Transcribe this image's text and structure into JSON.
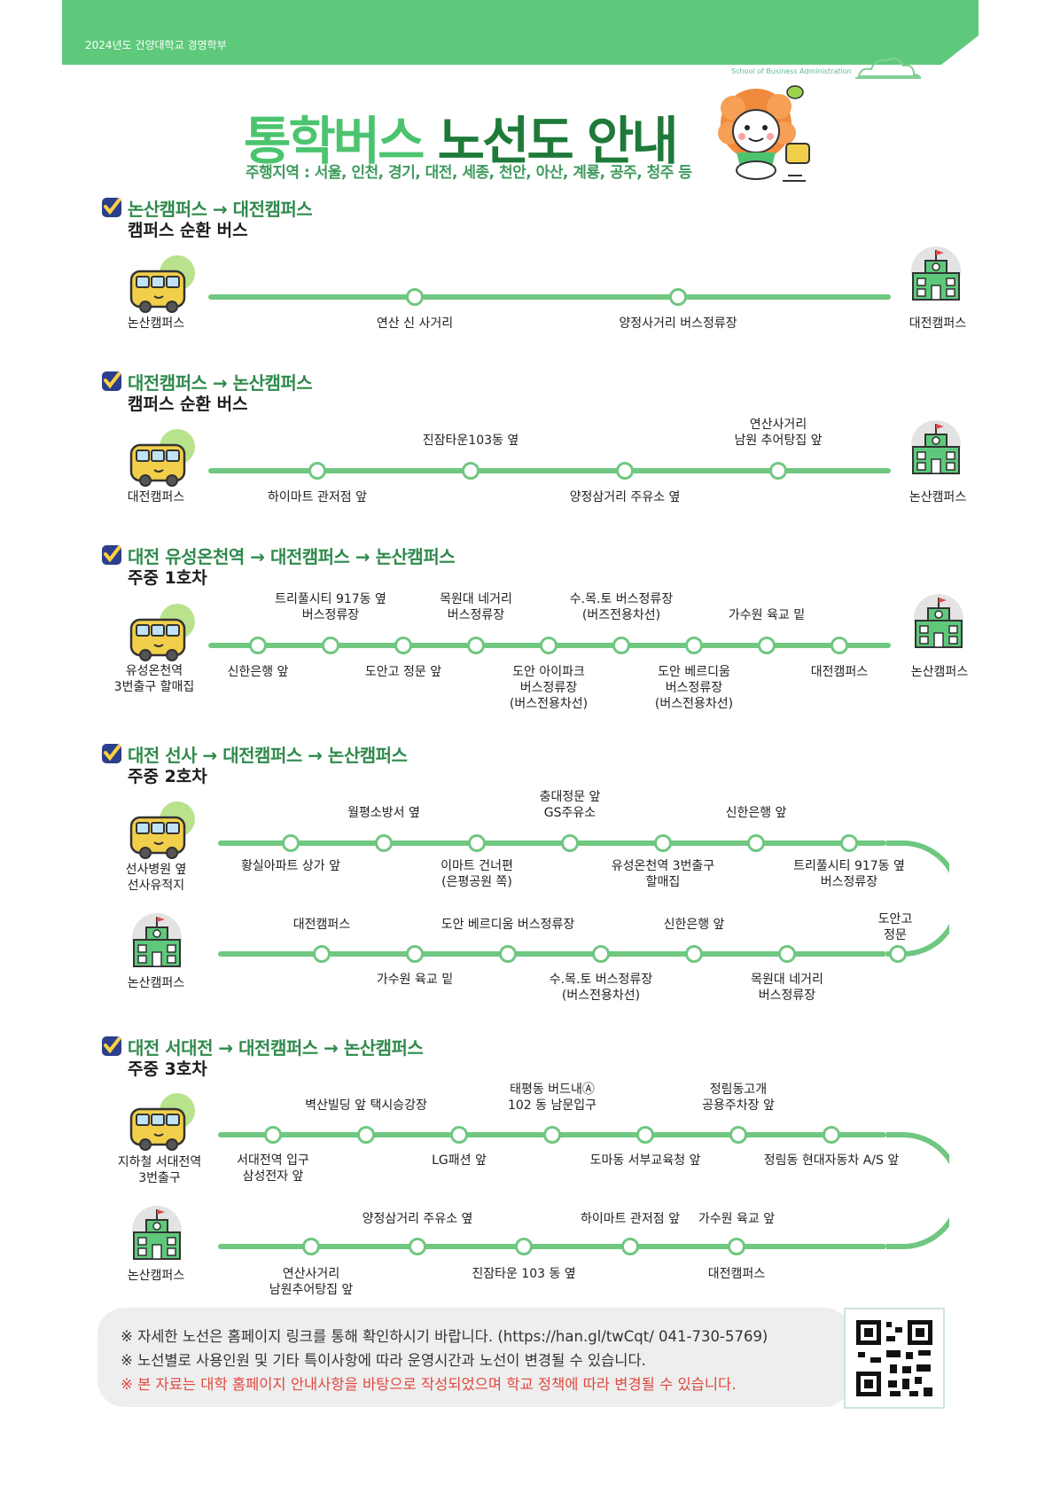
{
  "header": {
    "year_label": "2024년도 건양대학교 경영학부",
    "school_en": "School of Business Administration",
    "title_part1": "통학버스",
    "title_part2": "노선도 안내",
    "subtitle": "주행지역 : 서울, 인천, 경기, 대전, 세종, 천안, 아산, 계룡, 공주, 청주 등"
  },
  "colors": {
    "brand_green": "#5ec97b",
    "dark_green": "#1f7a3a",
    "line_green": "#6fc780",
    "notice_red": "#e0483d"
  },
  "routes": [
    {
      "route": "논산캠퍼스 → 대전캠퍼스",
      "type": "캠퍼스 순환 버스",
      "start": "논산캠퍼스",
      "end": "대전캠퍼스",
      "stops_above": [],
      "stops_below": [
        "연산 신 사거리",
        "양정사거리 버스정류장"
      ]
    },
    {
      "route": "대전캠퍼스 → 논산캠퍼스",
      "type": "캠퍼스 순환 버스",
      "start": "대전캠퍼스",
      "end": "논산캠퍼스",
      "stops_above": [
        "진잠타운103동 옆",
        "연산사거리\n남원 추어탕집 앞"
      ],
      "stops_below": [
        "하이마트 관저점 앞",
        "양정삼거리 주유소 옆"
      ]
    },
    {
      "route": "대전 유성온천역 → 대전캠퍼스 → 논산캠퍼스",
      "type": "주중 1호차",
      "start": "유성온천역\n3번출구 할매집",
      "end": "논산캠퍼스",
      "stops_above": [
        "트리풀시티 917동 옆\n버스정류장",
        "목원대 네거리\n버스정류장",
        "수.목.토 버스정류장\n(버즈전용차선)",
        "가수원 육교 밑"
      ],
      "stops_below": [
        "신한은행 앞",
        "도안고 정문 앞",
        "도안 아이파크\n버스정류장\n(버스전용차선)",
        "도안 베르디움\n버스정류장\n(버스전용차선)",
        "대전캠퍼스"
      ]
    },
    {
      "route": "대전 선사 → 대전캠퍼스 → 논산캠퍼스",
      "type": "주중 2호차",
      "start": "선사병원 옆\n선사유적지",
      "end": "논산캠퍼스",
      "top_above": [
        "월평소방서 옆",
        "충대정문 앞\nGS주유소",
        "신한은행 앞"
      ],
      "top_below": [
        "황실아파트 상가 앞",
        "이마트 건너편\n(은평공원 쪽)",
        "유성온천역 3번출구\n할매집",
        "트리풀시티 917동 옆\n버스정류장"
      ],
      "turn": "도안고\n정문",
      "bottom_above": [
        "대전캠퍼스",
        "도안 베르디움 버스정류장",
        "신한은행 앞"
      ],
      "bottom_below": [
        "가수원 육교 밑",
        "수.목.토 버스정류장\n(버스전용차선)",
        "목원대 네거리\n버스정류장"
      ]
    },
    {
      "route": "대전 서대전 → 대전캠퍼스 → 논산캠퍼스",
      "type": "주중 3호차",
      "start": "지하철 서대전역\n3번출구",
      "end": "논산캠퍼스",
      "top_above": [
        "벽산빌딩 앞 택시승강장",
        "태평동 버드내Ⓐ\n102 동 남문입구",
        "정림동고개\n공용주차장 앞"
      ],
      "top_below": [
        "서대전역 입구\n삼성전자 앞",
        "LG패션 앞",
        "도마동 서부교육청 앞",
        "정림동 현대자동차 A/S 앞"
      ],
      "bottom_above": [
        "양정삼거리 주유소 옆",
        "하이마트 관저점 앞",
        "가수원 육교 앞"
      ],
      "bottom_below": [
        "연산사거리\n남원추어탕집 앞",
        "진잠타운 103 동 옆",
        "대전캠퍼스"
      ]
    }
  ],
  "notes": [
    "※ 자세한 노선은 홈페이지 링크를 통해 확인하시기 바랍니다. (https://han.gl/twCqt/ 041-730-5769)",
    "※ 노선별로 사용인원 및 기타 특이사항에 따라 운영시간과 노선이 변경될 수 있습니다.",
    "※ 본 자료는 대학 홈페이지 안내사항을 바탕으로 작성되었으며 학교 정책에 따라 변경될 수 있습니다."
  ],
  "icons": {
    "check": "check-icon",
    "bus": "bus-icon",
    "campus": "campus-building-icon",
    "mascot": "sheep-mascot-icon",
    "qr": "qr-code-icon",
    "cloud": "cloud-icon"
  }
}
